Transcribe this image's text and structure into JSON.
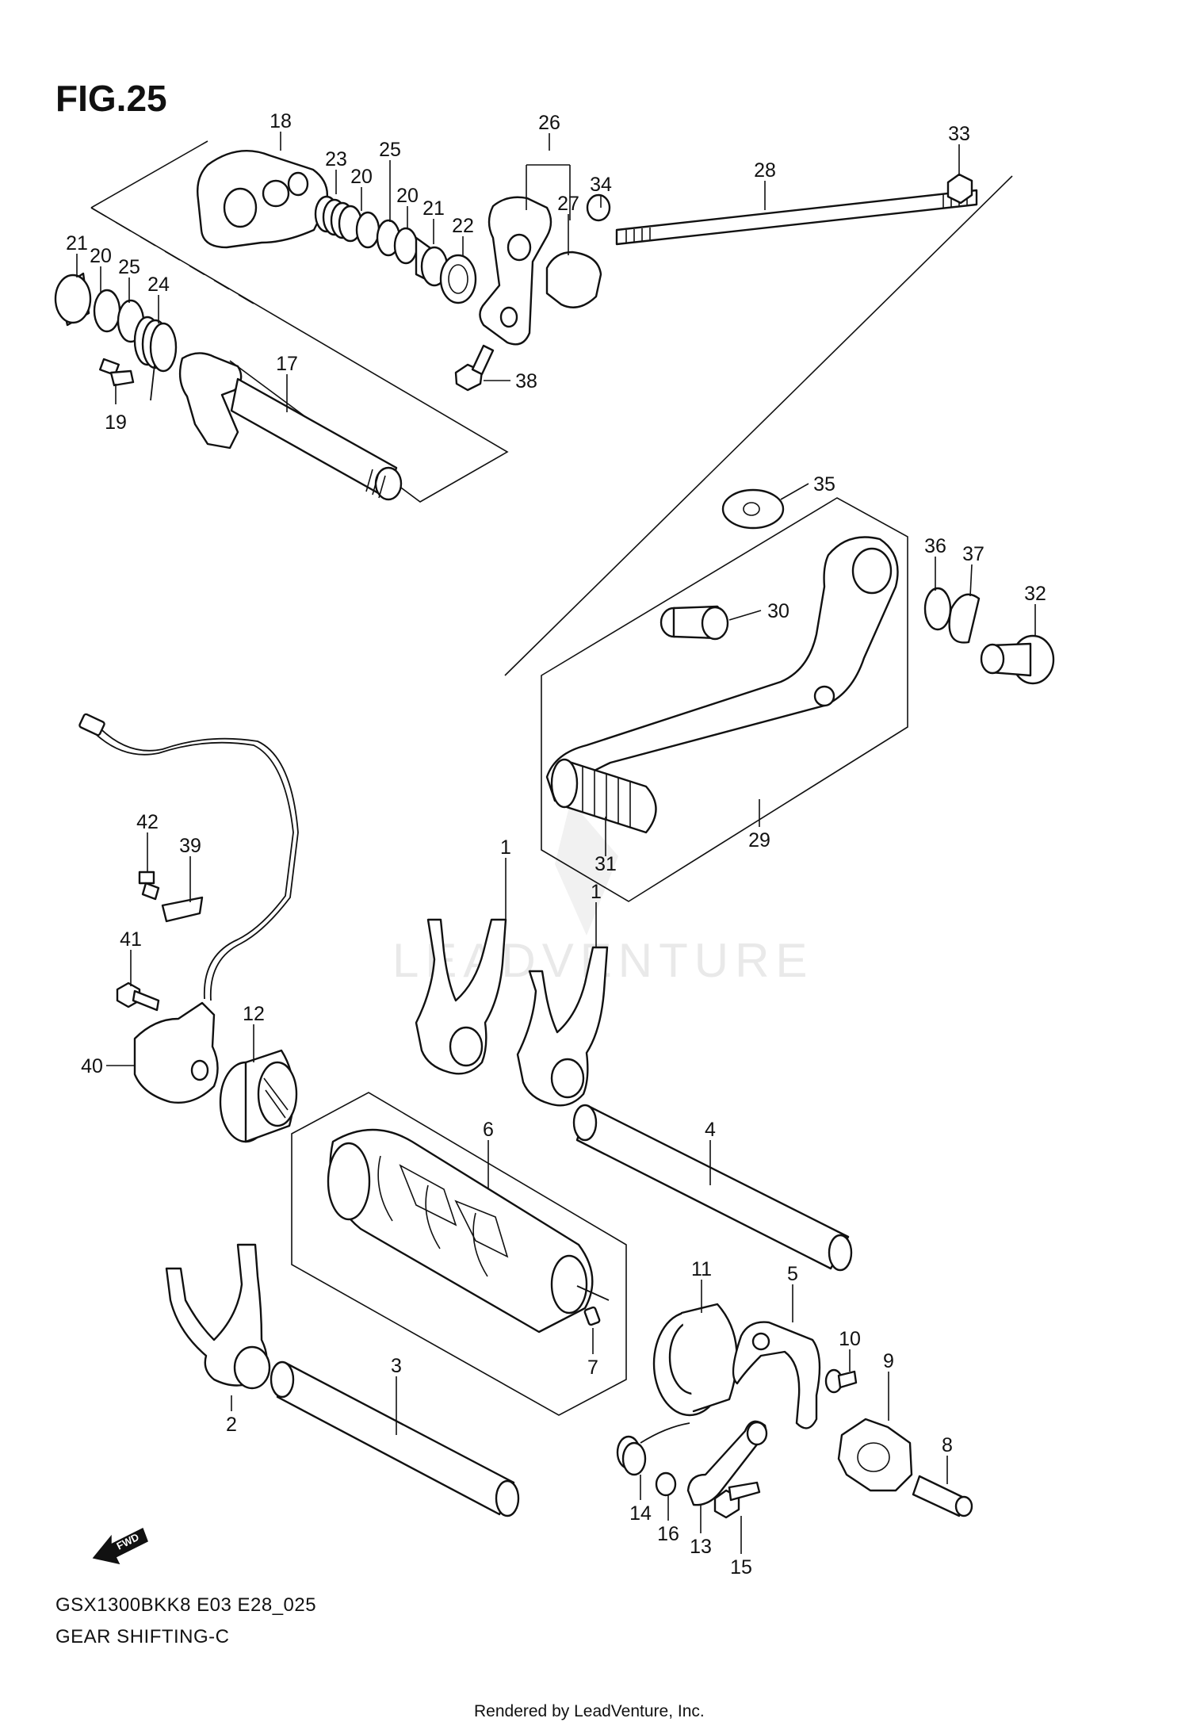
{
  "figure": {
    "title": "FIG.25",
    "model_code": "GSX1300BKK8 E03 E28_025",
    "section_name": "GEAR SHIFTING-C",
    "footer": "Rendered by LeadVenture, Inc.",
    "watermark": "LEADVENTURE",
    "fwd_label": "FWD"
  },
  "callouts": {
    "c18": "18",
    "c23": "23",
    "c20a": "20",
    "c25a": "25",
    "c20b": "20",
    "c21a": "21",
    "c22": "22",
    "c26": "26",
    "c27": "27",
    "c34": "34",
    "c28": "28",
    "c33": "33",
    "c21b": "21",
    "c20c": "20",
    "c25b": "25",
    "c24": "24",
    "c17": "17",
    "c19": "19",
    "c38": "38",
    "c35": "35",
    "c36": "36",
    "c37": "37",
    "c32": "32",
    "c30": "30",
    "c29": "29",
    "c31": "31",
    "c42": "42",
    "c39": "39",
    "c41": "41",
    "c40": "40",
    "c12": "12",
    "c1a": "1",
    "c1b": "1",
    "c6": "6",
    "c4": "4",
    "c2": "2",
    "c3": "3",
    "c7": "7",
    "c11": "11",
    "c5": "5",
    "c10": "10",
    "c9": "9",
    "c8": "8",
    "c14": "14",
    "c16": "16",
    "c13": "13",
    "c15": "15"
  }
}
